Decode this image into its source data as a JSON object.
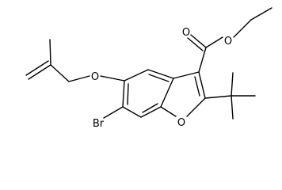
{
  "structure": {
    "atom_labels": {
      "ester_carbonyl_oxygen": "O",
      "ester_ether_oxygen": "O",
      "allyl_ether_oxygen": "O",
      "furan_oxygen": "O",
      "bromine": "Br"
    },
    "bond_color": "#000000"
  }
}
